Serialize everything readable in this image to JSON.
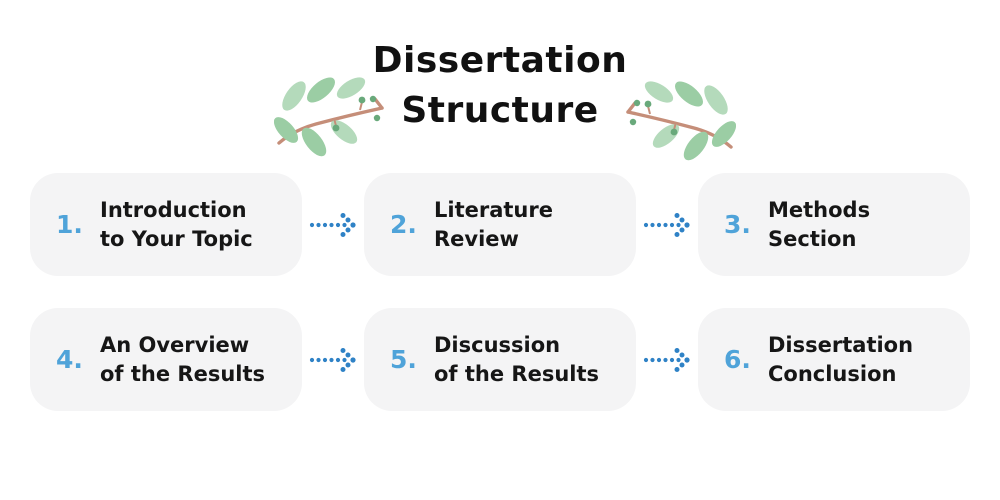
{
  "title": {
    "line1": "Dissertation",
    "line2": "Structure"
  },
  "steps": [
    {
      "number": "1.",
      "lines": [
        "Introduction",
        "to Your Topic"
      ]
    },
    {
      "number": "2.",
      "lines": [
        "Literature",
        "Review"
      ]
    },
    {
      "number": "3.",
      "lines": [
        "Methods",
        "Section"
      ]
    },
    {
      "number": "4.",
      "lines": [
        "An Overview",
        "of the Results"
      ]
    },
    {
      "number": "5.",
      "lines": [
        "Discussion",
        "of the Results"
      ]
    },
    {
      "number": "6.",
      "lines": [
        "Dissertation",
        "Conclusion"
      ]
    }
  ],
  "icons": {
    "decoration_left": "olive-branch-left",
    "decoration_right": "olive-branch-right",
    "connector": "dotted-arrow-right"
  },
  "colors": {
    "title_color": "#111111",
    "box_bg": "#f4f4f5",
    "accent_blue": "#4fa3d9",
    "arrow_blue": "#2f82c6",
    "leaf_green": "#9bcda4",
    "leaf_green_light": "#b4dabb",
    "stem_brown": "#c58e79",
    "berry_green": "#69a97b"
  }
}
